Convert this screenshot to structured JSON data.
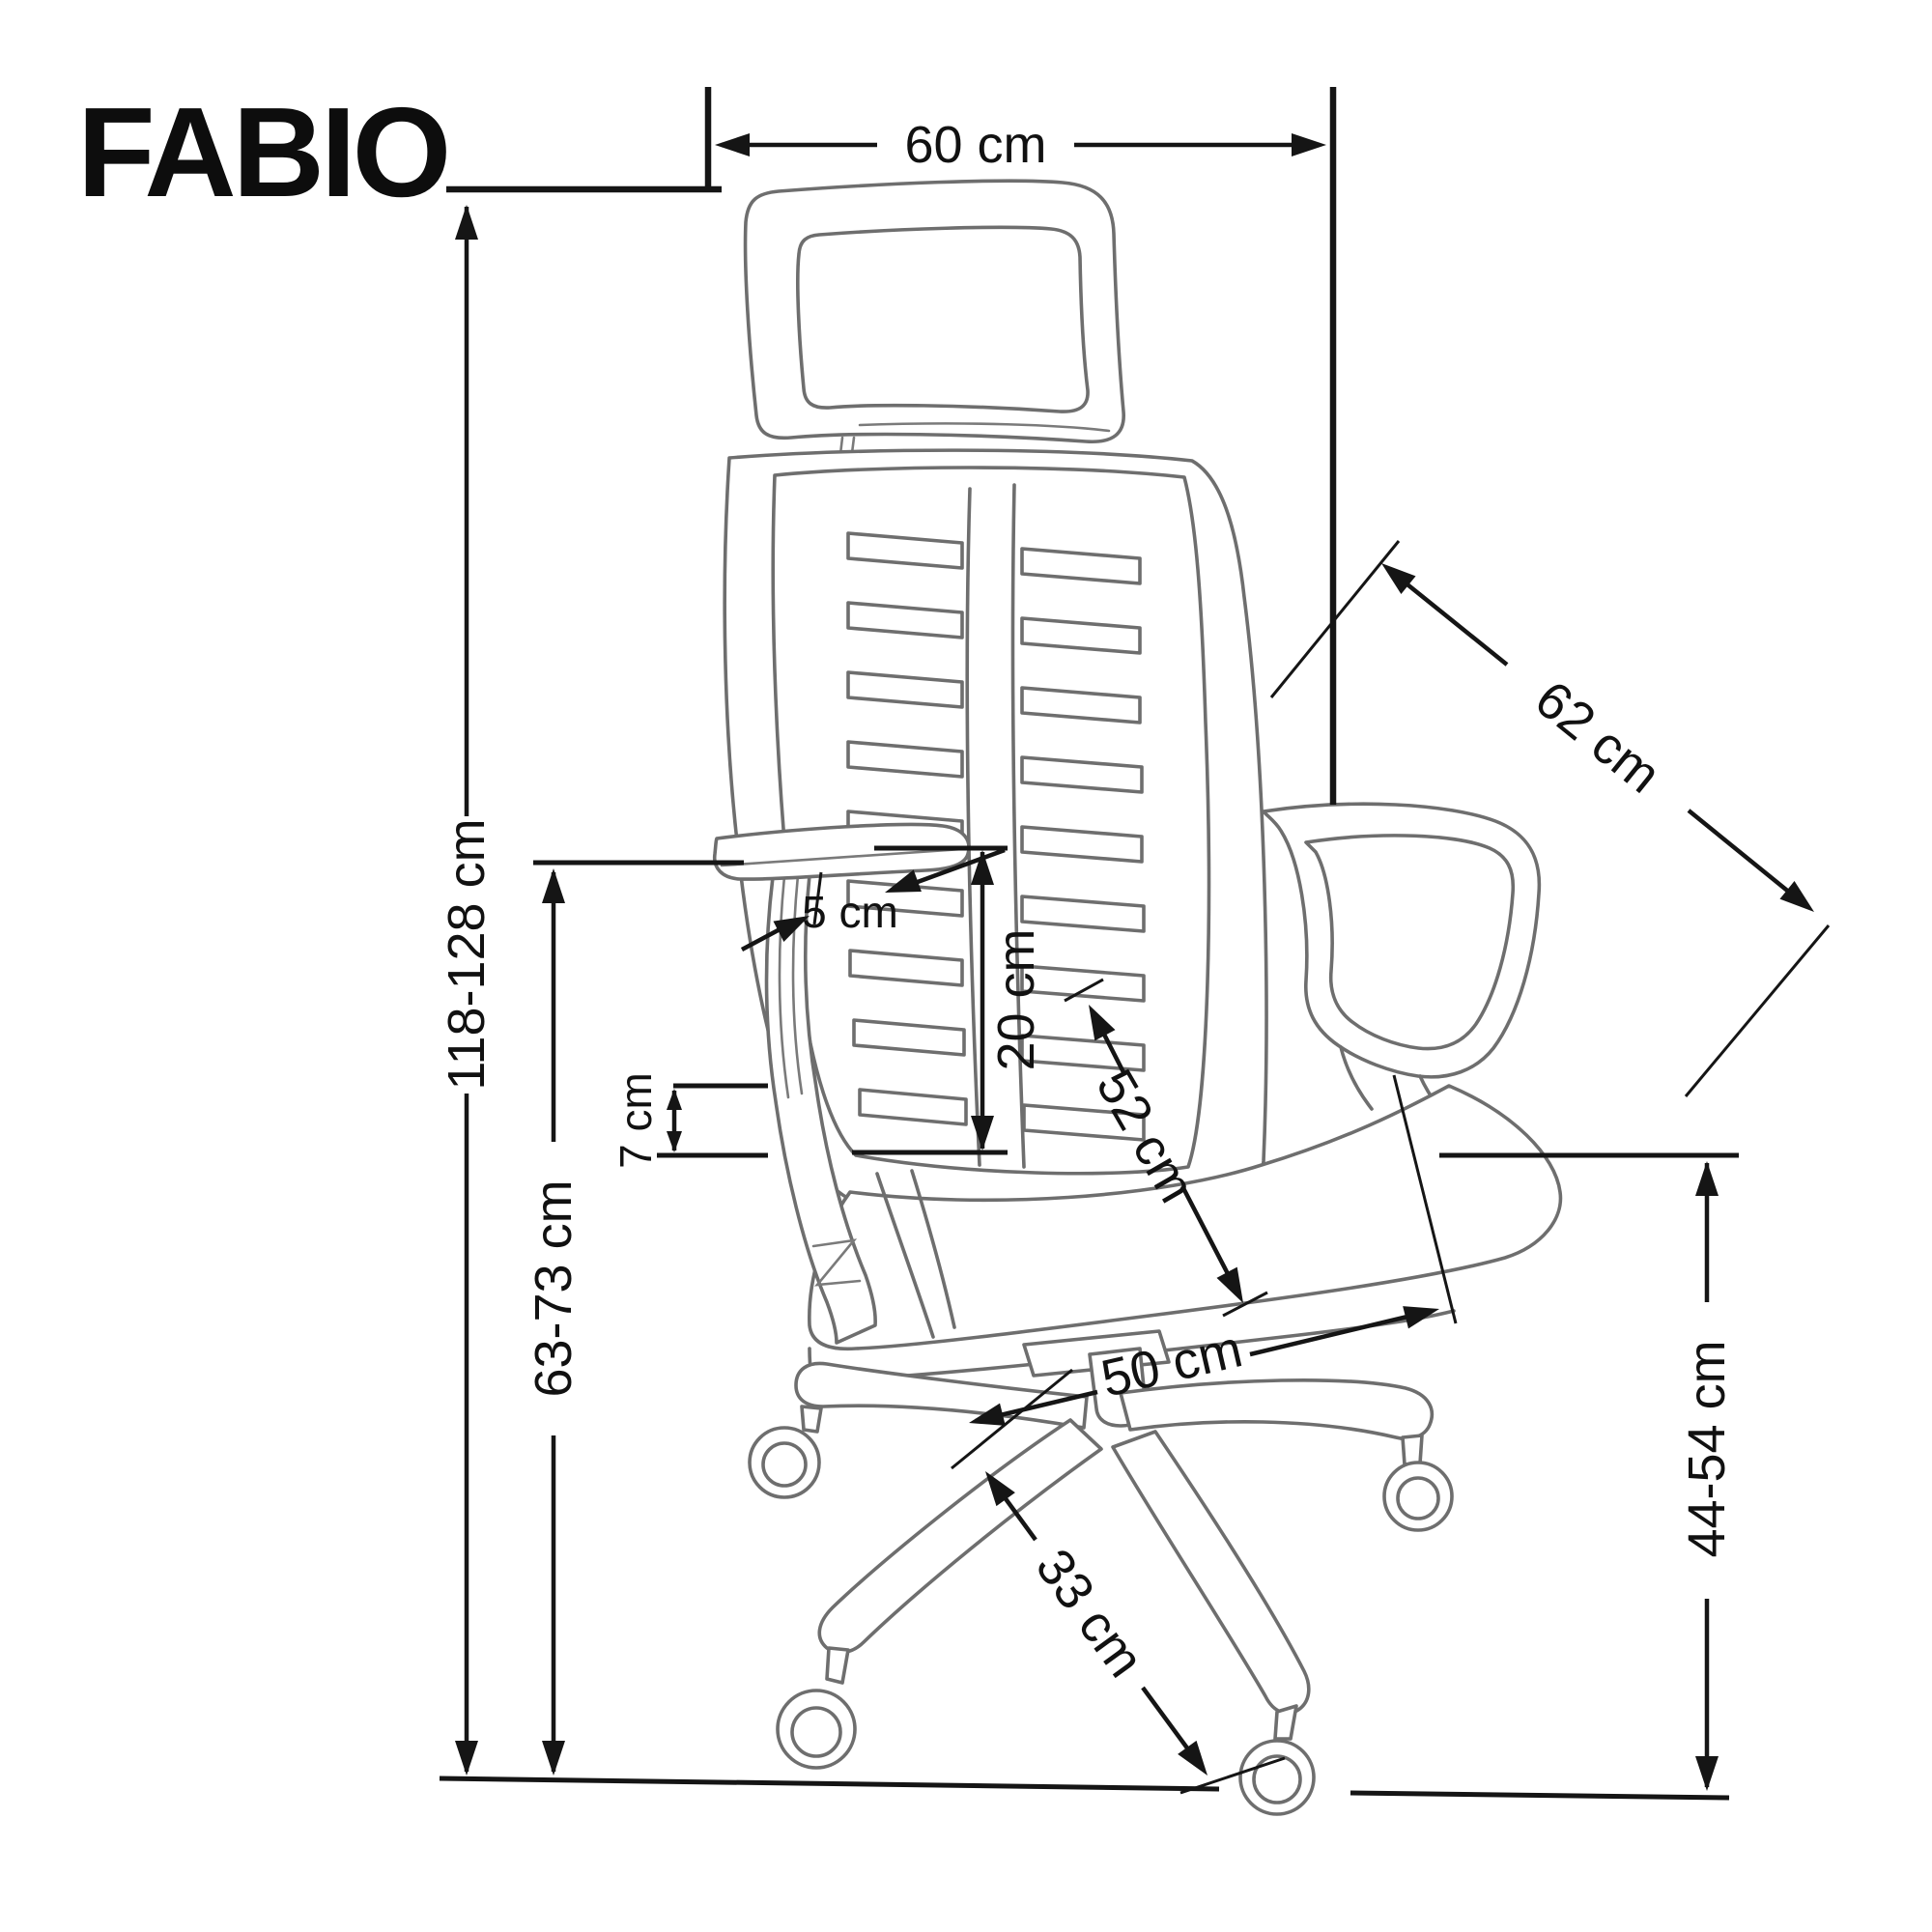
{
  "title": "FABIO",
  "unit": "cm",
  "dimensions": {
    "backrest_width": {
      "label": "60 cm",
      "value_cm": 60
    },
    "total_height": {
      "label": "118-128 cm",
      "min_cm": 118,
      "max_cm": 128
    },
    "backrest_diagonal": {
      "label": "62 cm",
      "value_cm": 62
    },
    "armrest_inset": {
      "label": "5 cm",
      "value_cm": 5
    },
    "lumbar_height": {
      "label": "20 cm",
      "value_cm": 20
    },
    "armrest_pad_thickness": {
      "label": "7 cm",
      "value_cm": 7
    },
    "armrest_height": {
      "label": "63-73 cm",
      "min_cm": 63,
      "max_cm": 73
    },
    "backrest_height": {
      "label": "52 cm",
      "value_cm": 52
    },
    "seat_depth": {
      "label": "50 cm",
      "value_cm": 50
    },
    "base_leg_length": {
      "label": "33 cm",
      "value_cm": 33
    },
    "seat_height": {
      "label": "44-54 cm",
      "min_cm": 44,
      "max_cm": 54
    }
  },
  "colors": {
    "dimension_line": "#151515",
    "chair_line": "#6e6e6e",
    "text": "#111111",
    "background": "#ffffff"
  }
}
